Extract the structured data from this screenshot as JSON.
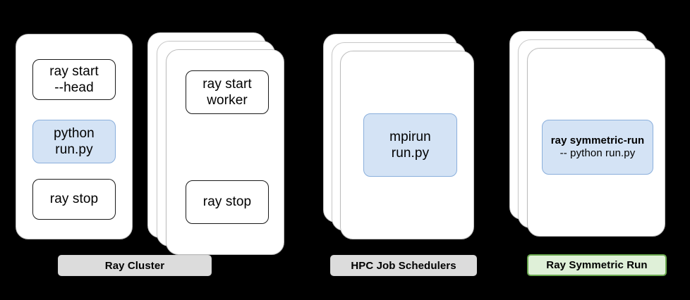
{
  "diagram": {
    "background_color": "#000000",
    "highlight_fill": "#d4e3f5",
    "highlight_border": "#8aafdc",
    "label_gray_fill": "#dcdcdc",
    "label_green_fill": "#dff0d8",
    "label_green_border": "#6aa84f",
    "groups": [
      {
        "id": "ray-cluster",
        "label": "Ray Cluster",
        "label_style": "gray",
        "stacks": [
          {
            "id": "ray-head-node",
            "copies": 1,
            "commands": [
              {
                "id": "ray-start-head",
                "line1": "ray start",
                "line2": "--head",
                "style": "plain"
              },
              {
                "id": "python-run-py",
                "line1": "python",
                "line2": "run.py",
                "style": "highlight"
              },
              {
                "id": "ray-stop-head",
                "line1": "ray stop",
                "line2": "",
                "style": "plain"
              }
            ]
          },
          {
            "id": "ray-worker-nodes",
            "copies": 3,
            "commands": [
              {
                "id": "ray-start-worker",
                "line1": "ray start",
                "line2": "worker",
                "style": "plain"
              },
              {
                "id": "ray-stop-worker",
                "line1": "ray stop",
                "line2": "",
                "style": "plain"
              }
            ]
          }
        ]
      },
      {
        "id": "hpc-job-schedulers",
        "label": "HPC Job Schedulers",
        "label_style": "gray",
        "stacks": [
          {
            "id": "hpc-nodes",
            "copies": 3,
            "commands": [
              {
                "id": "mpirun-run-py",
                "line1": "mpirun",
                "line2": "run.py",
                "style": "highlight"
              }
            ]
          }
        ]
      },
      {
        "id": "ray-symmetric-run",
        "label": "Ray Symmetric Run",
        "label_style": "green",
        "stacks": [
          {
            "id": "symmetric-nodes",
            "copies": 3,
            "commands": [
              {
                "id": "ray-symmetric-run-cmd",
                "line1": "ray symmetric-run",
                "line2": "-- python run.py",
                "style": "highlight-small"
              }
            ]
          }
        ]
      }
    ]
  }
}
